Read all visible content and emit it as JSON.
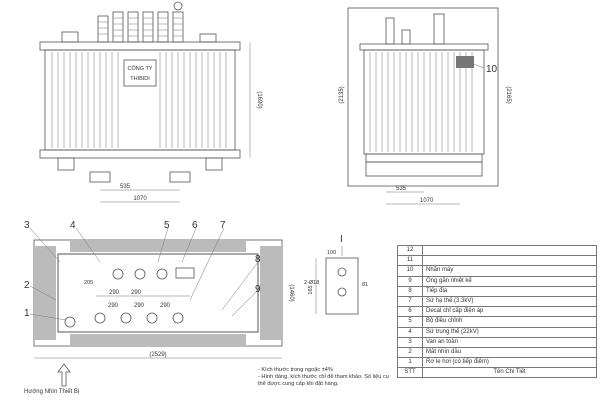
{
  "front_view": {
    "plate_line1": "CÔNG TY",
    "plate_line2": "THIBIDI",
    "height_dim": "(1690)",
    "width_inner": "535",
    "width_outer": "1070"
  },
  "side_view": {
    "height_dim_left": "(2135)",
    "height_dim_right": "(2165)",
    "callout": "10",
    "width_inner": "535",
    "width_outer": "1070"
  },
  "plan_view": {
    "callouts": [
      "3",
      "4",
      "5",
      "6",
      "7",
      "8",
      "9",
      "2",
      "1"
    ],
    "dims": [
      "290",
      "290",
      "290",
      "290",
      "290"
    ],
    "depth_dim": "(1460)",
    "width_dim": "(2529)",
    "inner_dim": "205"
  },
  "detail_view": {
    "marker": "I",
    "dims": [
      "100",
      "2-Ø18",
      "81",
      "165"
    ]
  },
  "notes": [
    "- Kích thước trong ngoặc ±4%",
    "- Hình dáng, kích thước chỉ để tham khảo. Số liệu cụ",
    "  thể được cung cấp khi đặt hàng."
  ],
  "direction_label": "Hướng Nhìn Thiết Bị",
  "legend": {
    "rows": [
      {
        "stt": "12",
        "name": ""
      },
      {
        "stt": "11",
        "name": ""
      },
      {
        "stt": "10",
        "name": "Nhãn máy"
      },
      {
        "stt": "9",
        "name": "Ống gắn nhiệt kế"
      },
      {
        "stt": "8",
        "name": "Tiếp địa"
      },
      {
        "stt": "7",
        "name": "Sứ hạ thế (3.3kV)"
      },
      {
        "stt": "6",
        "name": "Decal chỉ cấp điện áp"
      },
      {
        "stt": "5",
        "name": "Bộ điều chỉnh"
      },
      {
        "stt": "4",
        "name": "Sứ trung thế (22kV)"
      },
      {
        "stt": "3",
        "name": "Van an toàn"
      },
      {
        "stt": "2",
        "name": "Mắt nhìn dầu"
      },
      {
        "stt": "1",
        "name": "Rơ le hơi (có tiếp điểm)"
      }
    ],
    "header_stt": "STT",
    "header_name": "Tên Chi Tiết"
  }
}
